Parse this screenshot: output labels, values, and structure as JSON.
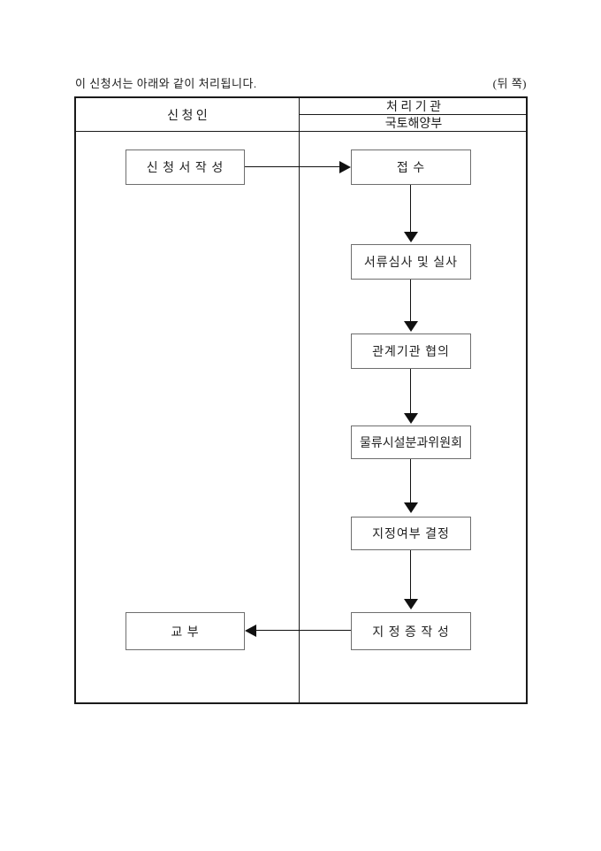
{
  "page": {
    "intro_text": "이 신청서는 아래와 같이 처리됩니다.",
    "side_note": "(뒤 쪽)"
  },
  "table": {
    "applicant_header": "신 청 인",
    "agency_header": "처 리 기 관",
    "agency_name": "국토해양부"
  },
  "flow": {
    "applicant_steps": [
      {
        "label": "신 청 서 작 성"
      },
      {
        "label": "교 부"
      }
    ],
    "agency_steps": [
      {
        "label": "접 수"
      },
      {
        "label": "서류심사 및 실사"
      },
      {
        "label": "관계기관 협의"
      },
      {
        "label": "물류시설분과위원회"
      },
      {
        "label": "지정여부 결정"
      },
      {
        "label": "지 정 증  작 성"
      }
    ]
  },
  "colors": {
    "line": "#1a1a1a",
    "box_border": "#6e6e6e",
    "text": "#1c1c1c",
    "background": "#ffffff"
  }
}
